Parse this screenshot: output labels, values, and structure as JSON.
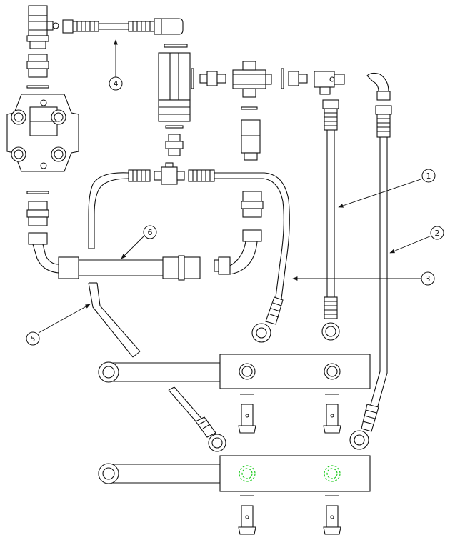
{
  "callouts": [
    {
      "label": "1"
    },
    {
      "label": "2"
    },
    {
      "label": "3"
    },
    {
      "label": "4"
    },
    {
      "label": "5"
    },
    {
      "label": "6"
    }
  ],
  "colors": {
    "line": "#111111",
    "highlight": "#22cc22",
    "background": "#ffffff"
  }
}
